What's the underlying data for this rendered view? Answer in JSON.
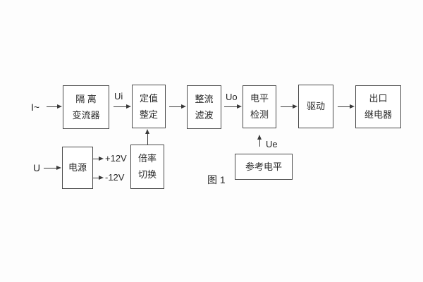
{
  "figure": {
    "caption": "图 1"
  },
  "signals": {
    "input_current": "I~",
    "input_voltage": "U",
    "ui": "Ui",
    "uo": "Uo",
    "ue": "Ue",
    "plus12v": "+12V",
    "minus12v": "-12V"
  },
  "blocks": {
    "isolation": {
      "line1": "隔 离",
      "line2": "变流器"
    },
    "setpoint": {
      "line1": "定值",
      "line2": "整定"
    },
    "rectifier": {
      "line1": "整流",
      "line2": "滤波"
    },
    "level": {
      "line1": "电平",
      "line2": "检测"
    },
    "drive": {
      "label": "驱动"
    },
    "relay": {
      "line1": "出口",
      "line2": "继电器"
    },
    "power": {
      "label": "电源"
    },
    "multiplier": {
      "line1": "倍率",
      "line2": "切换"
    },
    "reference": {
      "label": "参考电平"
    }
  },
  "colors": {
    "line": "#3a3a3a",
    "text": "#262626",
    "background": "#fdfdfd"
  }
}
